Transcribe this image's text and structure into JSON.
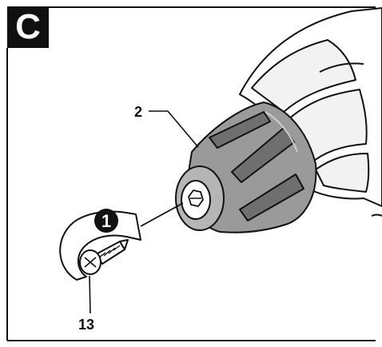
{
  "figure": {
    "step_letter": "C",
    "action_step_number": "1",
    "callouts": [
      {
        "label": "2",
        "refers_to": "chuck"
      },
      {
        "label": "13",
        "refers_to": "screw"
      }
    ]
  },
  "colors": {
    "ink": "#111111",
    "chuck_gray": "#9a9a9a",
    "chuck_dark": "#6f6f6f",
    "body_light": "#e4e4e4"
  }
}
